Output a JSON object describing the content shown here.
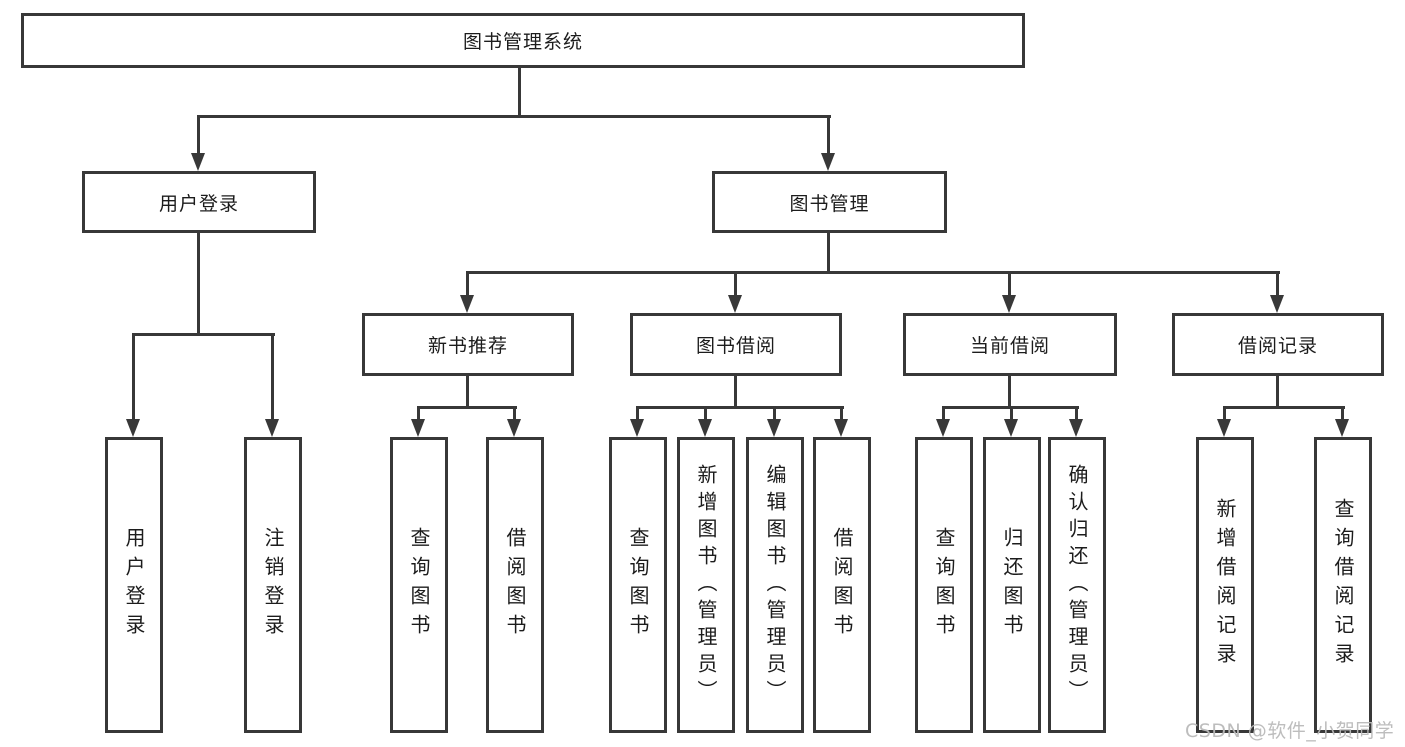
{
  "diagram": {
    "root": "图书管理系统",
    "level2": {
      "user_login": "用户登录",
      "book_mgmt": "图书管理"
    },
    "level3": {
      "new_book": "新书推荐",
      "borrow": "图书借阅",
      "current": "当前借阅",
      "records": "借阅记录"
    },
    "leaves": {
      "user_login": [
        "用户登录",
        "注销登录"
      ],
      "new_book": [
        "查询图书",
        "借阅图书"
      ],
      "borrow": [
        "查询图书",
        "新增图书（管理员）",
        "编辑图书（管理员）",
        "借阅图书"
      ],
      "current": [
        "查询图书",
        "归还图书",
        "确认归还（管理员）"
      ],
      "records": [
        "新增借阅记录",
        "查询借阅记录"
      ]
    },
    "colors": {
      "line": "#383838",
      "text": "#1c1c1c",
      "watermark": "#b9b9b9"
    },
    "watermark": "CSDN @软件_小贺同学"
  }
}
